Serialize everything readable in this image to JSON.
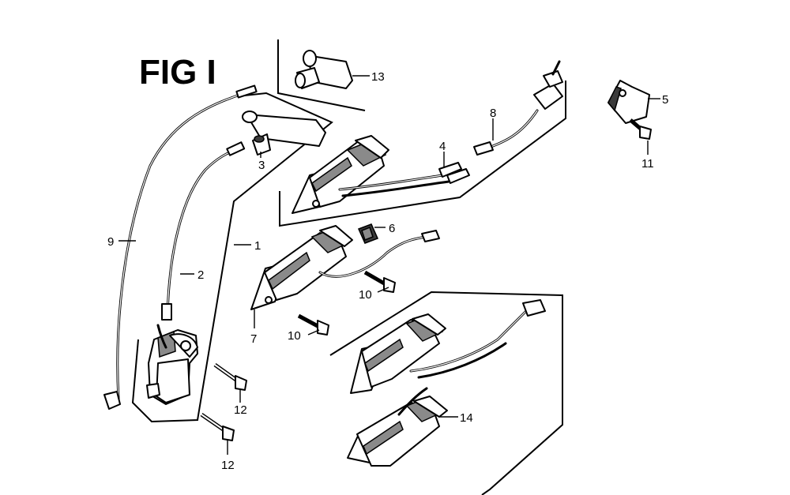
{
  "figure": {
    "title": "FIG I"
  },
  "callouts": {
    "c1": "1",
    "c2": "2",
    "c3": "3",
    "c4": "4",
    "c5": "5",
    "c6": "6",
    "c7": "7",
    "c8": "8",
    "c9": "9",
    "c10a": "10",
    "c10b": "10",
    "c11": "11",
    "c12a": "12",
    "c12b": "12",
    "c13": "13",
    "c14": "14"
  }
}
